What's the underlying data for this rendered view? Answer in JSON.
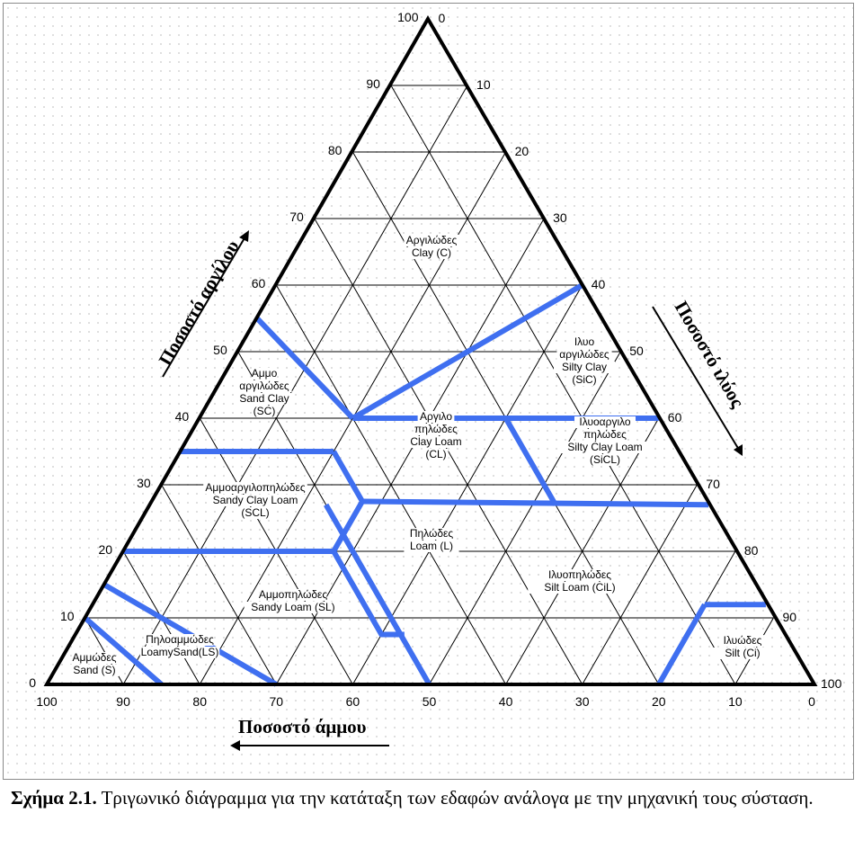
{
  "diagram": {
    "axes": {
      "clay_axis_title": "Ποσοστό αργίλου",
      "silt_axis_title": "Ποσοστό ιλύος",
      "sand_axis_title": "Ποσοστό άμμου",
      "left_ticks": [
        "0",
        "10",
        "20",
        "30",
        "40",
        "50",
        "60",
        "70",
        "80",
        "90",
        "100"
      ],
      "right_ticks": [
        "0",
        "10",
        "20",
        "30",
        "40",
        "50",
        "60",
        "70",
        "80",
        "90",
        "100"
      ],
      "bottom_ticks": [
        "100",
        "90",
        "80",
        "70",
        "60",
        "50",
        "40",
        "30",
        "20",
        "10",
        "0"
      ]
    },
    "regions": [
      {
        "id": "clay",
        "lines": [
          "Αργιλώδες",
          "Clay (C)"
        ]
      },
      {
        "id": "silty-clay",
        "lines": [
          "Ιλυο",
          "αργιλώδες",
          "Silty Clay",
          "(SiC)"
        ]
      },
      {
        "id": "sandy-clay",
        "lines": [
          "Αμμο",
          "αργιλώδες",
          "Sand Clay",
          "(SC)"
        ]
      },
      {
        "id": "clay-loam",
        "lines": [
          "Αργιλο",
          "πηλώδες",
          "Clay Loam",
          "(CL)"
        ]
      },
      {
        "id": "silty-clay-loam",
        "lines": [
          "Ιλυοαργιλο",
          "πηλώδες",
          "Silty Clay Loam",
          "(SiCL)"
        ]
      },
      {
        "id": "sandy-clay-loam",
        "lines": [
          "Αμμοαργιλοπηλώδες",
          "Sandy Clay Loam",
          "(SCL)"
        ]
      },
      {
        "id": "loam",
        "lines": [
          "Πηλώδες",
          "Loam  (L)"
        ]
      },
      {
        "id": "silt-loam",
        "lines": [
          "Ιλυοπηλώδες",
          "Silt  Loam  (CiL)"
        ]
      },
      {
        "id": "sandy-loam",
        "lines": [
          "Αμμοπηλώδες",
          "Sandy Loam  (SL)"
        ]
      },
      {
        "id": "loamy-sand",
        "lines": [
          "Πηλοαμμώδες",
          "LoamySand(LS)"
        ]
      },
      {
        "id": "sand",
        "lines": [
          "Αμμώδες",
          "Sand (S)"
        ]
      },
      {
        "id": "silt",
        "lines": [
          "Ιλυώδες",
          "Silt  (Ci)"
        ]
      }
    ],
    "colors": {
      "boundary": "#3f6ff0",
      "grid": "#000000",
      "frame": "#000000"
    }
  },
  "caption": {
    "label": "Σχήμα 2.1.",
    "text": " Τριγωνικό διάγραμμα για την κατάταξη των εδαφών ανάλογα με την μηχανική τους σύσταση."
  }
}
